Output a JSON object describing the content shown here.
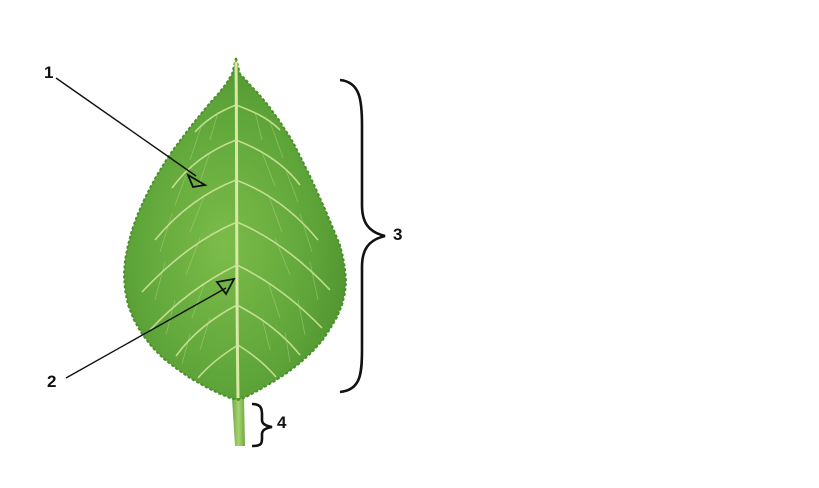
{
  "labels": {
    "one": "1",
    "two": "2",
    "three": "3",
    "four": "4"
  },
  "colors": {
    "blade": "#5fa63a",
    "blade_edge": "#4b8f2c",
    "vein": "#d8e9a6",
    "petiole": "#8cc35a",
    "ink": "#111111",
    "background": "#ffffff"
  },
  "icons": {
    "pointer_one": "arrowhead-icon",
    "pointer_two": "arrowhead-icon"
  }
}
